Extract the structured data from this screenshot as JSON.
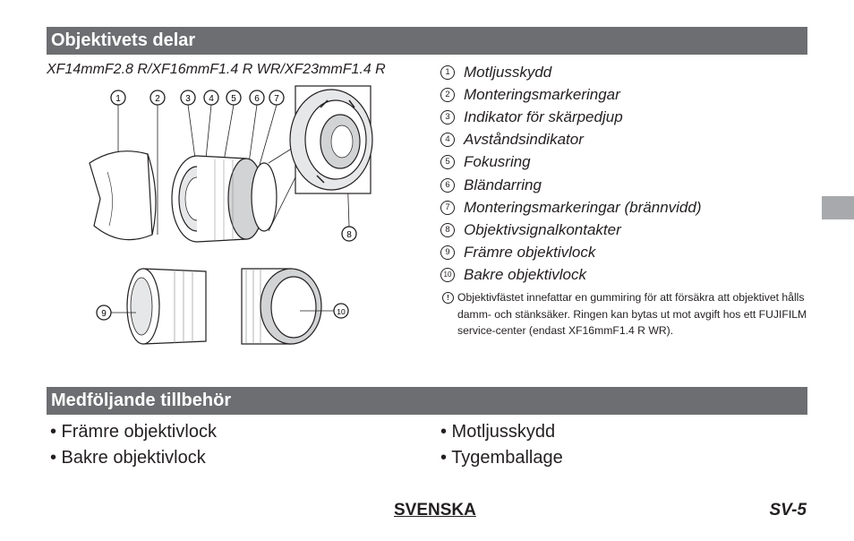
{
  "section1": {
    "title": "Objektivets delar"
  },
  "lens_models": "XF14mmF2.8 R/XF16mmF1.4 R WR/XF23mmF1.4 R",
  "parts": [
    {
      "num": "1",
      "label": "Motljusskydd"
    },
    {
      "num": "2",
      "label": "Monteringsmarkeringar"
    },
    {
      "num": "3",
      "label": "Indikator för skärpedjup"
    },
    {
      "num": "4",
      "label": "Avståndsindikator"
    },
    {
      "num": "5",
      "label": "Fokusring"
    },
    {
      "num": "6",
      "label": "Bländarring"
    },
    {
      "num": "7",
      "label": "Monteringsmarkeringar (brännvidd)"
    },
    {
      "num": "8",
      "label": "Objektivsignalkontakter"
    },
    {
      "num": "9",
      "label": "Främre objektivlock"
    },
    {
      "num": "10",
      "label": "Bakre objektivlock"
    }
  ],
  "note": {
    "icon": "!",
    "text": "Objektivfästet innefattar en gummiring för att försäkra att objektivet hålls damm- och stänksäker. Ringen kan bytas ut mot avgift hos ett FUJIFILM service-center (endast XF16mmF1.4 R WR)."
  },
  "section2": {
    "title": "Medföljande tillbehör"
  },
  "accessories_left": [
    "• Främre objektivlock",
    "• Bakre objektivlock"
  ],
  "accessories_right": [
    "• Motljusskydd",
    "• Tygemballage"
  ],
  "footer": {
    "language": "SVENSKA",
    "page": "SV-5"
  }
}
